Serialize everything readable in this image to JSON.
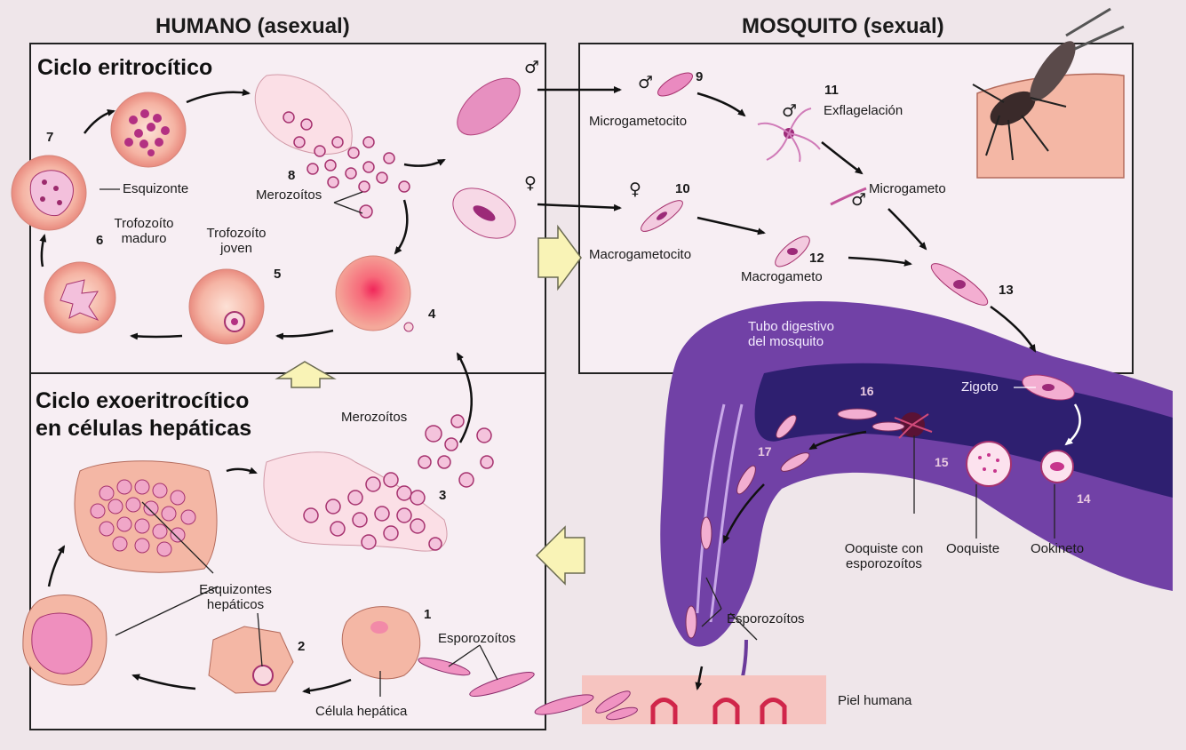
{
  "headers": {
    "human": "HUMANO (asexual)",
    "mosquito": "MOSQUITO (sexual)"
  },
  "sections": {
    "erythrocytic": "Ciclo eritrocítico",
    "exoerythrocytic_line1": "Ciclo exoeritrocítico",
    "exoerythrocytic_line2": "en células hepáticas"
  },
  "labels": {
    "esquizonte": "Esquizonte",
    "trofozoito_maduro_1": "Trofozoíto",
    "trofozoito_maduro_2": "maduro",
    "trofozoito_joven_1": "Trofozoíto",
    "trofozoito_joven_2": "joven",
    "merozoitos_top": "Merozoítos",
    "merozoitos_bottom": "Merozoítos",
    "esquizontes_hepaticos_1": "Esquizontes",
    "esquizontes_hepaticos_2": "hepáticos",
    "celula_hepatica": "Célula hepática",
    "esporozoitos_left": "Esporozoítos",
    "microgametocito": "Microgametocito",
    "exflagelacion": "Exflagelación",
    "microgameto": "Microgameto",
    "macrogametocito": "Macrogametocito",
    "macrogameto": "Macrogameto",
    "tubo_1": "Tubo digestivo",
    "tubo_2": "del mosquito",
    "zigoto": "Zigoto",
    "ooquiste_con_1": "Ooquiste con",
    "ooquiste_con_2": "esporozoítos",
    "ooquiste": "Ooquiste",
    "ookineto": "Ookineto",
    "esporozoitos_right": "Esporozoítos",
    "piel": "Piel humana"
  },
  "numbers": {
    "n1": "1",
    "n2": "2",
    "n3": "3",
    "n4": "4",
    "n5": "5",
    "n6": "6",
    "n7": "7",
    "n8": "8",
    "n9": "9",
    "n10": "10",
    "n11": "11",
    "n12": "12",
    "n13": "13",
    "n14": "14",
    "n15": "15",
    "n16": "16",
    "n17": "17"
  },
  "symbols": {
    "male": "♂",
    "female": "♀"
  },
  "colors": {
    "cell_pink": "#f2a39a",
    "parasite_magenta": "#cc3f8e",
    "gut_purple": "#6b3a9e",
    "gut_dark": "#2c1d6b",
    "skin": "#f4c0ad",
    "arrow_fill": "#f9f3b6"
  }
}
